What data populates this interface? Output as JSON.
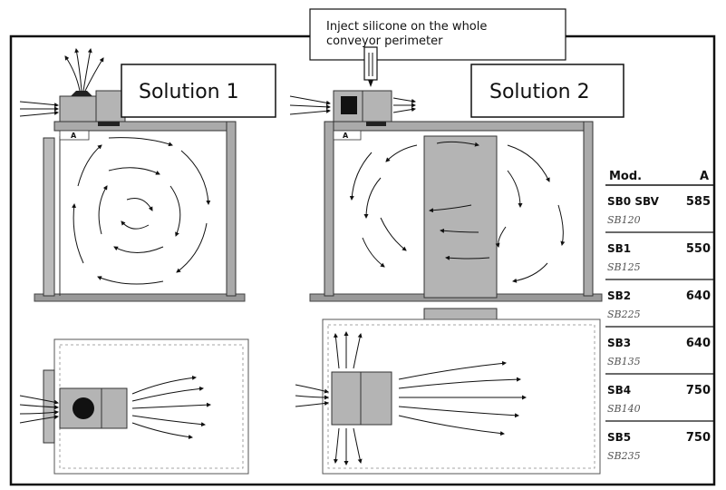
{
  "callout": {
    "line1": "Inject silicone on the whole",
    "line2": "conveyor perimeter"
  },
  "solution1": {
    "label": "Solution 1",
    "dim_marker": "A"
  },
  "solution2": {
    "label": "Solution 2",
    "dim_marker": "A"
  },
  "table": {
    "header_model": "Mod.",
    "header_value": "A",
    "rows": [
      {
        "model": "SB0 SBV",
        "value": "585",
        "sub": "SB120"
      },
      {
        "model": "SB1",
        "value": "550",
        "sub": "SB125"
      },
      {
        "model": "SB2",
        "value": "640",
        "sub": "SB225"
      },
      {
        "model": "SB3",
        "value": "640",
        "sub": "SB135"
      },
      {
        "model": "SB4",
        "value": "750",
        "sub": "SB140"
      },
      {
        "model": "SB5",
        "value": "750",
        "sub": "SB235"
      }
    ]
  },
  "colors": {
    "unit_grey": "#b4b4b4",
    "wall": "#999999",
    "floor": "#888888",
    "ink": "#111111"
  }
}
